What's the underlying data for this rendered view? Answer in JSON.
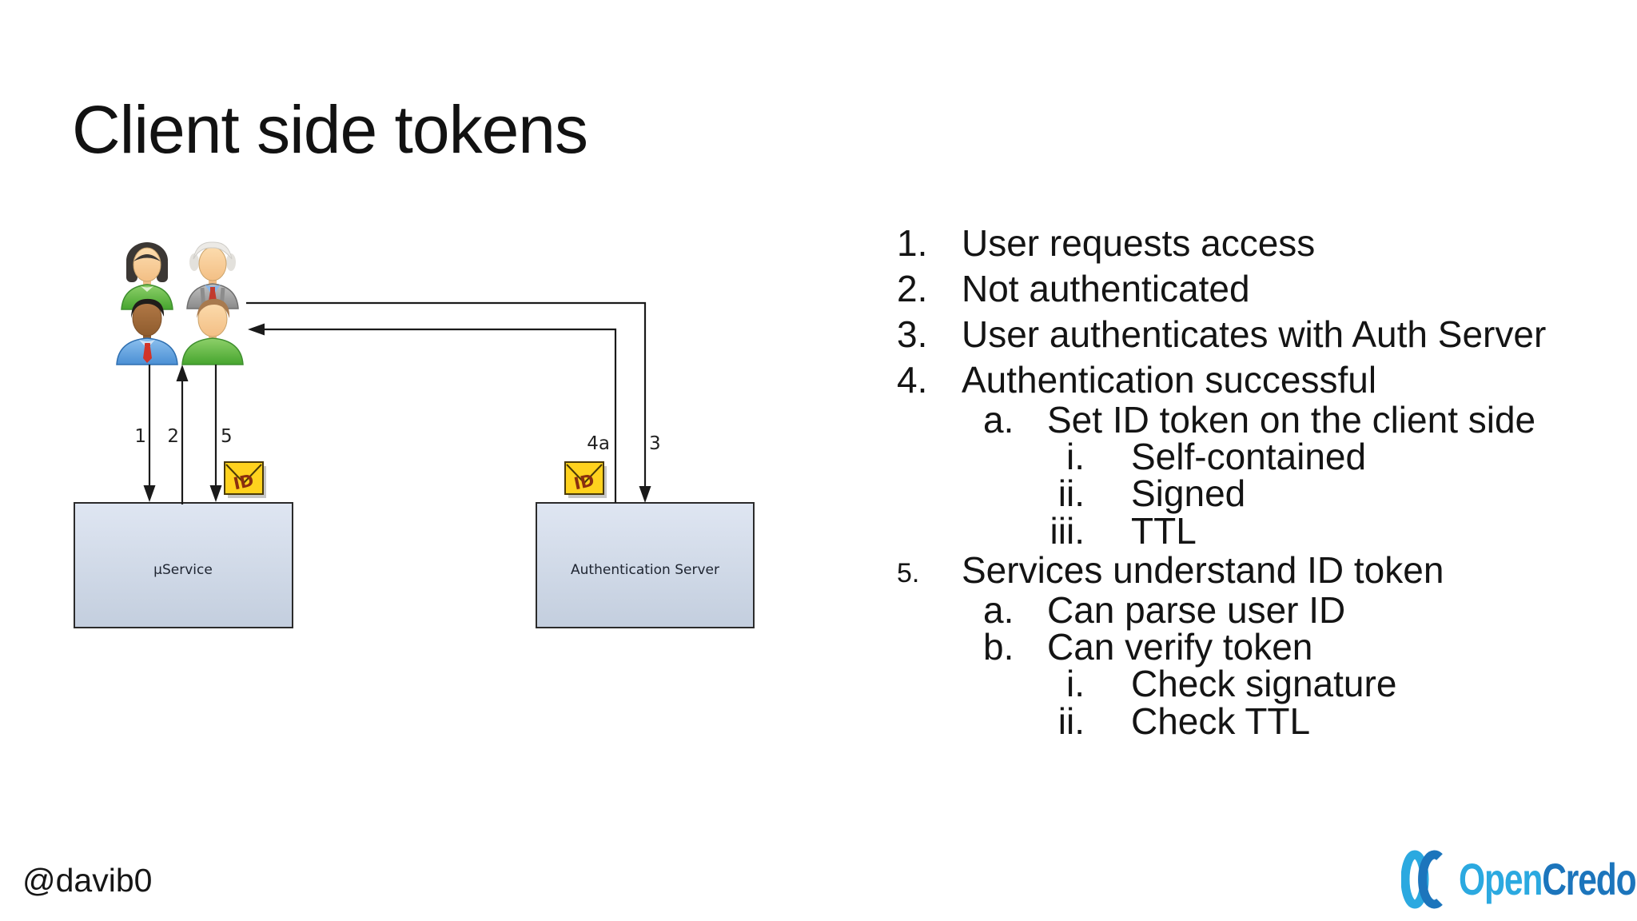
{
  "slide": {
    "title": "Client side tokens",
    "handle": "@davib0"
  },
  "diagram": {
    "microservice_label": "µService",
    "auth_server_label": "Authentication Server",
    "token_label": "ID",
    "arrows": {
      "step1": "1",
      "step2": "2",
      "step3": "3",
      "step4a": "4a",
      "step5": "5"
    },
    "colors": {
      "box_fill_top": "#DFE6F2",
      "box_fill_bottom": "#C3CEDE",
      "envelope": "#FFD21E",
      "line": "#1A1A1A"
    }
  },
  "list": {
    "items": [
      {
        "marker": "1.",
        "text": "User requests access"
      },
      {
        "marker": "2.",
        "text": "Not authenticated"
      },
      {
        "marker": "3.",
        "text": "User authenticates with Auth Server"
      },
      {
        "marker": "4.",
        "text": "Authentication successful"
      },
      {
        "marker": "a.",
        "text": "Set ID token on the client side"
      },
      {
        "marker": "i.",
        "text": "Self-contained"
      },
      {
        "marker": "ii.",
        "text": "Signed"
      },
      {
        "marker": "iii.",
        "text": "TTL"
      },
      {
        "marker": "5.",
        "text": "Services understand ID token"
      },
      {
        "marker": "a.",
        "text": "Can parse user ID"
      },
      {
        "marker": "b.",
        "text": "Can verify token"
      },
      {
        "marker": "i.",
        "text": "Check signature"
      },
      {
        "marker": "ii.",
        "text": "Check TTL"
      }
    ]
  },
  "logo": {
    "monogram": "OC",
    "name_light": "Open",
    "name_dark": "Credo",
    "color_light": "#2BA9E0",
    "color_dark": "#1C75BC"
  }
}
